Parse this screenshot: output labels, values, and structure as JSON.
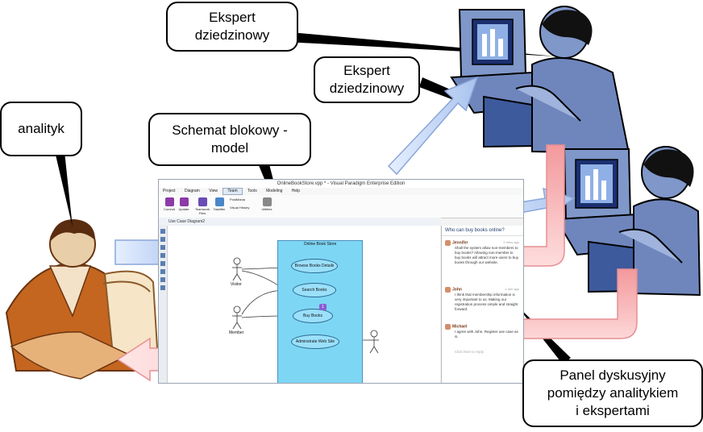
{
  "callouts": {
    "expert_top": {
      "line1": "Ekspert",
      "line2": "dziedzinowy"
    },
    "expert_mid": {
      "line1": "Ekspert",
      "line2": "dziedzinowy"
    },
    "analyst": {
      "text": "analityk"
    },
    "schemat": {
      "line1": "Schemat blokowy -",
      "line2": "model"
    },
    "panel": {
      "line1": "Panel dyskusyjny",
      "line2": "pomiędzy analitykiem",
      "line3": "i ekspertami"
    }
  },
  "app": {
    "title": "OnlineBookStore.vpp * - Visual Paradigm Enterprise Edition",
    "menu": [
      "Project",
      "Diagram",
      "View",
      "Team",
      "Tools",
      "Modeling",
      "Help"
    ],
    "active_menu": "Team",
    "ribbon": [
      "Commit",
      "Update",
      "Teamwork Files",
      "Taskifier",
      "PostMania",
      "Visual History",
      "Utilities"
    ],
    "diagram_tab": "Use Case Diagram2",
    "system_title": "Online Book Store",
    "use_cases": [
      "Browse Books Details",
      "Search Books",
      "Buy Books",
      "Adminstrate Web Site"
    ],
    "actors": [
      "Visitor",
      "Member"
    ],
    "badge": "1",
    "discussion": {
      "title": "Who can buy books online?",
      "messages": [
        {
          "author": "Jennifer",
          "time": "2 mins ago",
          "text": "Shall the system allow non-members to buy books? Allowing non-member to buy books will attract more users to buy books through our website."
        },
        {
          "author": "John",
          "time": "2 min ago",
          "text": "I think that membership information is very important to us. Making our registration process simple and straight forward."
        },
        {
          "author": "Michael",
          "time": "",
          "text": "I agree with John. Register use case as is."
        }
      ],
      "reply": "Click here to reply"
    }
  },
  "colors": {
    "arrow_blue": "#b7cdf1",
    "arrow_pink": "#f6a8aa",
    "system_fill": "#7ed6f5",
    "person_fill": "#7f97c9"
  }
}
